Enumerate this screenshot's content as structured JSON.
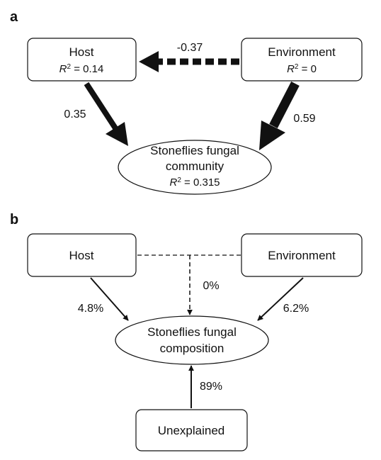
{
  "panel_a": {
    "label": "a",
    "host": {
      "title": "Host",
      "r2_symbol": "R",
      "r2_sup": "2",
      "r2_value": " = 0.14"
    },
    "environment": {
      "title": "Environment",
      "r2_symbol": "R",
      "r2_sup": "2",
      "r2_value": " = 0"
    },
    "community": {
      "line1": "Stoneflies fungal",
      "line2": "community",
      "r2_symbol": "R",
      "r2_sup": "2",
      "r2_value": " = 0.315"
    },
    "paths": {
      "env_to_host": "-0.37",
      "host_to_community": "0.35",
      "env_to_community": "0.59"
    }
  },
  "panel_b": {
    "label": "b",
    "host": {
      "title": "Host"
    },
    "environment": {
      "title": "Environment"
    },
    "composition": {
      "line1": "Stoneflies fungal",
      "line2": "composition"
    },
    "unexplained": {
      "title": "Unexplained"
    },
    "paths": {
      "shared": "0%",
      "host": "4.8%",
      "environment": "6.2%",
      "unexplained": "89%"
    }
  }
}
